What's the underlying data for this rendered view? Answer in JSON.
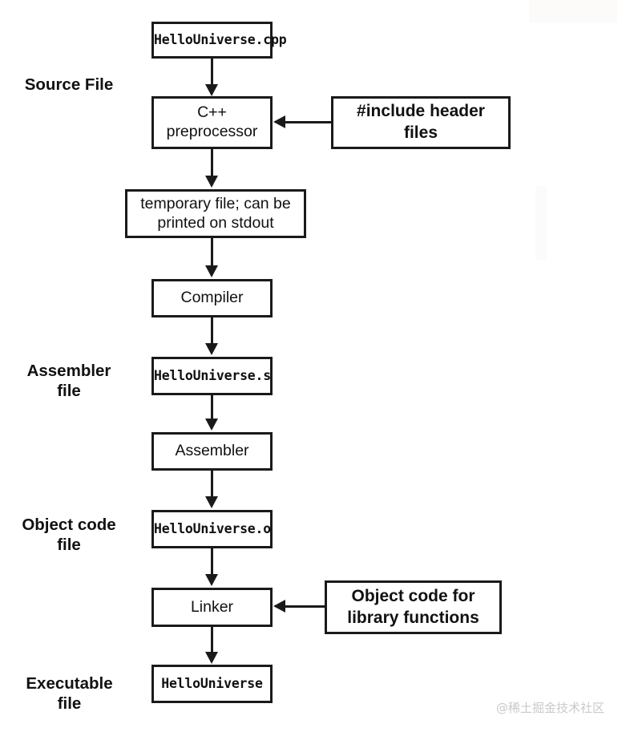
{
  "diagram": {
    "title": "C++ compilation pipeline",
    "nodes": {
      "source_file": "HelloUniverse.cpp",
      "preprocessor": "C++\npreprocessor",
      "include_headers": "#include header\nfiles",
      "temporary_file": "temporary file; can be\nprinted on stdout",
      "compiler": "Compiler",
      "assembler_file": "HelloUniverse.s",
      "assembler": "Assembler",
      "object_file": "HelloUniverse.o",
      "linker": "Linker",
      "library_object_code": "Object code for\nlibrary functions",
      "executable_file": "HelloUniverse"
    },
    "captions": {
      "source": "Source File",
      "assembler": "Assembler\nfile",
      "object": "Object code\nfile",
      "executable": "Executable\nfile"
    },
    "flow_order": [
      "HelloUniverse.cpp",
      "C++ preprocessor",
      "temporary file; can be printed on stdout",
      "Compiler",
      "HelloUniverse.s",
      "Assembler",
      "HelloUniverse.o",
      "Linker",
      "HelloUniverse"
    ],
    "side_inputs": [
      {
        "from": "#include header files",
        "to": "C++ preprocessor"
      },
      {
        "from": "Object code for library functions",
        "to": "Linker"
      }
    ],
    "colors": {
      "stroke": "#1a1a1a",
      "text": "#111111",
      "background": "#ffffff",
      "watermark": "#c9c9c9"
    }
  },
  "watermark": {
    "text": "@稀土掘金技术社区"
  }
}
